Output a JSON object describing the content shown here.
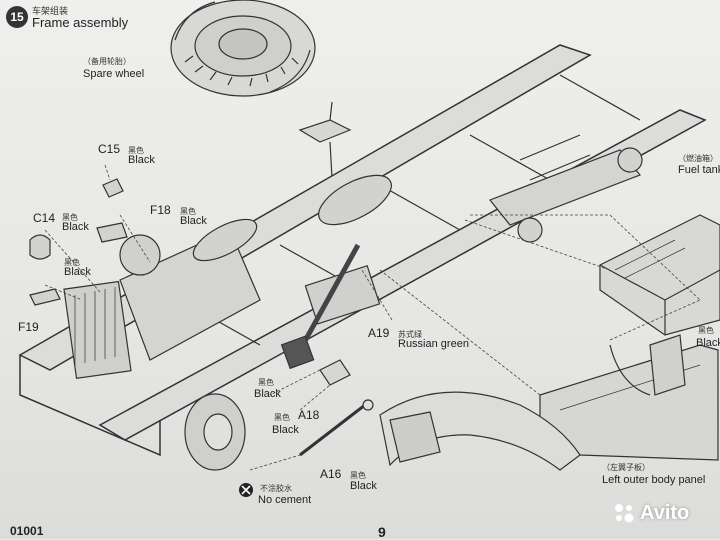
{
  "step": {
    "number": "15",
    "title_cn": "车架组装",
    "title": "Frame assembly"
  },
  "labels": {
    "spare_wheel_cn": "（备用轮胎）",
    "spare_wheel": "Spare wheel",
    "fuel_tank_cn": "（燃油箱）",
    "fuel_tank": "Fuel tank",
    "left_panel_cn": "（左翼子板）",
    "left_panel": "Left outer body panel",
    "no_cement_cn": "不涂胶水",
    "no_cement": "No cement"
  },
  "parts": [
    {
      "code": "C15",
      "color_cn": "黑色",
      "color": "Black"
    },
    {
      "code": "F18",
      "color_cn": "黑色",
      "color": "Black"
    },
    {
      "code": "C14",
      "color_cn": "黑色",
      "color": "Black"
    },
    {
      "code": "F19",
      "color_cn": "黑色",
      "color": "Black"
    },
    {
      "code": "A19",
      "color_cn": "苏式绿",
      "color": "Russian green"
    },
    {
      "code": "A18",
      "color_cn": "黑色",
      "color": "Black"
    },
    {
      "code": "A16",
      "color_cn": "黑色",
      "color": "Black"
    }
  ],
  "extra_black": {
    "color_cn": "黑色",
    "color": "Black"
  },
  "right_edge": {
    "color_cn": "黑色",
    "color": "Black"
  },
  "footer": {
    "code": "01001",
    "page": "9"
  },
  "watermark": {
    "text": "Avito",
    "icon": "avito-dots-icon"
  }
}
